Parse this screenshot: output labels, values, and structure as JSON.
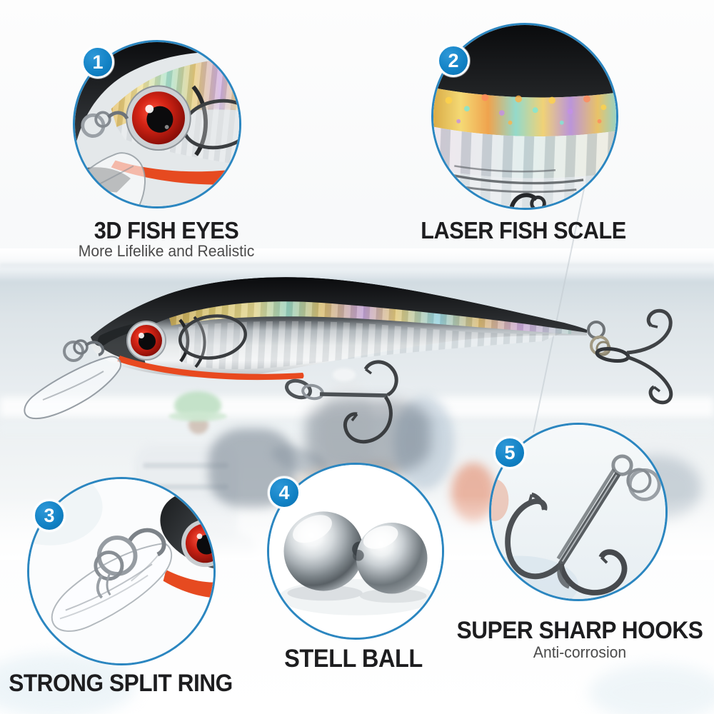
{
  "colors": {
    "accent_blue": "#2b86c0",
    "badge_blue": "#1181c4",
    "title_color": "#1d1d1f",
    "subtitle_color": "#4a4a4a",
    "lure_red_detail": "#e8491f"
  },
  "features": [
    {
      "number": "1",
      "title": "3D FISH EYES",
      "subtitle": "More Lifelike and Realistic",
      "photo": "fish-head-3d-eye-closeup"
    },
    {
      "number": "2",
      "title": "LASER FISH SCALE",
      "subtitle": "",
      "photo": "laser-holographic-scale-closeup"
    },
    {
      "number": "3",
      "title": "STRONG SPLIT RING",
      "subtitle": "",
      "photo": "split-ring-and-diving-lip-closeup"
    },
    {
      "number": "4",
      "title": "STELL BALL",
      "subtitle": "",
      "photo": "two-steel-balls"
    },
    {
      "number": "5",
      "title": "SUPER SHARP HOOKS",
      "subtitle": "Anti-corrosion",
      "photo": "treble-hook-closeup"
    }
  ],
  "scene": {
    "main_photo": "silver-black-minnow-lure-with-treble-hooks",
    "background_photo": "faded-beach-fishing-scene"
  }
}
